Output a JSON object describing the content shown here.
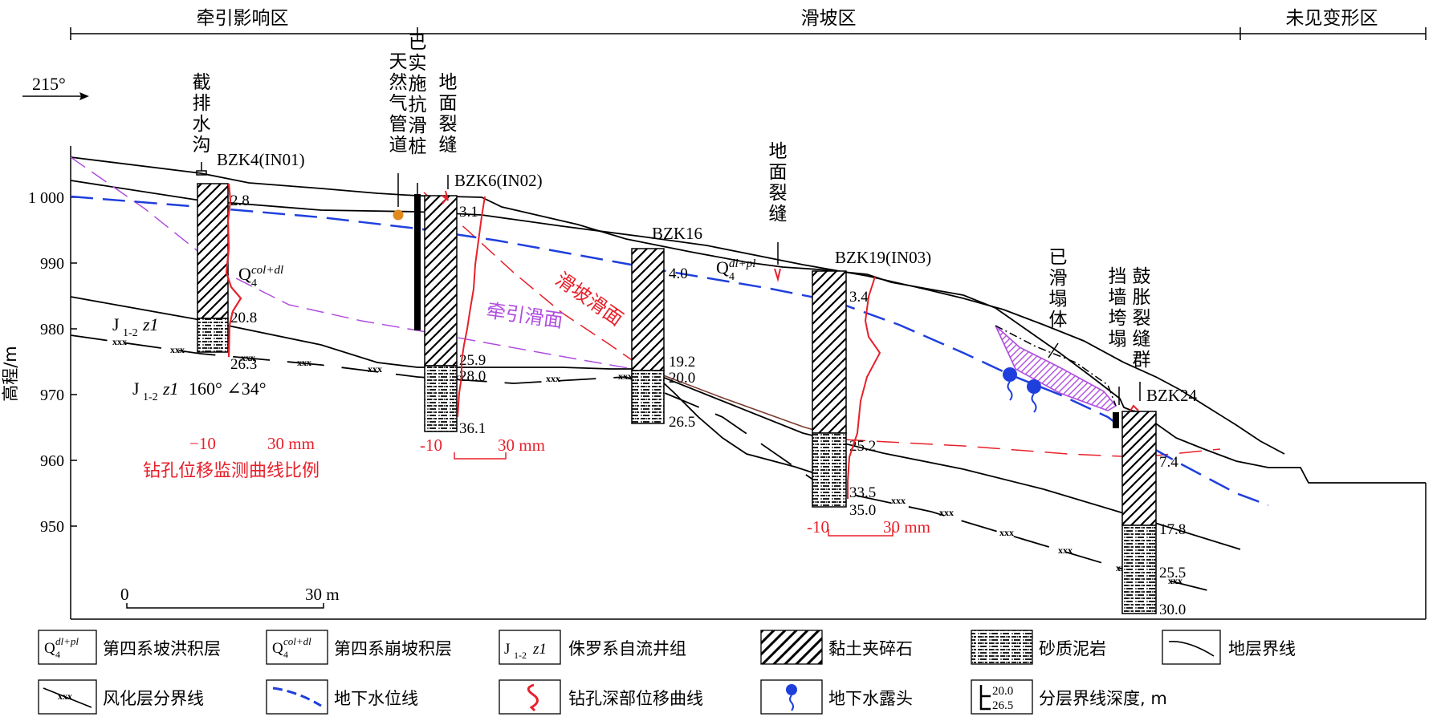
{
  "colors": {
    "ink": "#000000",
    "red": "#e8202a",
    "blue": "#1f3fdd",
    "purple": "#b04de0",
    "orange": "#e08a1e",
    "brown": "#7a3b2e"
  },
  "zones": {
    "traction": "牵引影响区",
    "landslide": "滑坡区",
    "undeformed": "未见变形区"
  },
  "direction": "215°",
  "axis": {
    "label": "高程/m",
    "ticks": [
      {
        "v": 1000,
        "label": "1 000"
      },
      {
        "v": 990,
        "label": "990"
      },
      {
        "v": 980,
        "label": "980"
      },
      {
        "v": 970,
        "label": "970"
      },
      {
        "v": 960,
        "label": "960"
      },
      {
        "v": 950,
        "label": "950"
      }
    ]
  },
  "features": {
    "drain": "截排水沟",
    "pipeline": "天然气管道",
    "pile": "已实施抗滑桩",
    "crack1": "地面裂缝",
    "crack2": "地面裂缝",
    "collapse": "已滑塌体",
    "wall": "挡墙垮塌",
    "bulge": "鼓胀裂缝群"
  },
  "surfaces": {
    "slide": "滑坡滑面",
    "traction": "牵引滑面"
  },
  "strata": {
    "q4_col_main": "Q",
    "q4_col_sub": "4",
    "q4_col_sup": "col+dl",
    "q4_dl_main": "Q",
    "q4_dl_sub": "4",
    "q4_dl_sup": "dl+pl",
    "j_main": "J",
    "j_sub": "1-2",
    "j_italic": "z1",
    "attitude": "160° ∠34°"
  },
  "boreholes": [
    {
      "name": "BZK4(IN01)",
      "depths": [
        "2.8",
        "20.8",
        "26.3"
      ]
    },
    {
      "name": "BZK6(IN02)",
      "depths": [
        "3.1",
        "25.9",
        "28.0",
        "36.1"
      ]
    },
    {
      "name": "BZK16",
      "depths": [
        "4.0",
        "19.2",
        "20.0",
        "26.5"
      ]
    },
    {
      "name": "BZK19(IN03)",
      "depths": [
        "3.4",
        "25.2",
        "33.5",
        "35.0"
      ]
    },
    {
      "name": "BZK24",
      "depths": [
        "7.4",
        "17.8",
        "25.5",
        "30.0"
      ]
    }
  ],
  "scale_labels": {
    "bzk4_min": "−10",
    "bzk4_max": "30 mm",
    "bzk4_caption": "钻孔位移监测曲线比例",
    "bzk6_min": "-10",
    "bzk6_max": "30 mm",
    "bzk19_min": "-10",
    "bzk19_max": "30 mm"
  },
  "scalebar": {
    "zero": "0",
    "end": "30 m"
  },
  "legend": [
    {
      "label": "第四系坡洪积层",
      "sym_main": "Q",
      "sym_sub": "4",
      "sym_sup": "dl+pl"
    },
    {
      "label": "第四系崩坡积层",
      "sym_main": "Q",
      "sym_sub": "4",
      "sym_sup": "col+dl"
    },
    {
      "label": "侏罗系自流井组",
      "sym_main": "J",
      "sym_sub": "1-2",
      "sym_sup": "z1"
    },
    {
      "label": "黏土夹碎石"
    },
    {
      "label": "砂质泥岩"
    },
    {
      "label": "地层界线"
    },
    {
      "label": "风化层分界线"
    },
    {
      "label": "地下水位线"
    },
    {
      "label": "钻孔深部位移曲线"
    },
    {
      "label": "地下水露头"
    },
    {
      "label": "分层界线深度, m",
      "sym_top": "20.0",
      "sym_bottom": "26.5"
    }
  ]
}
